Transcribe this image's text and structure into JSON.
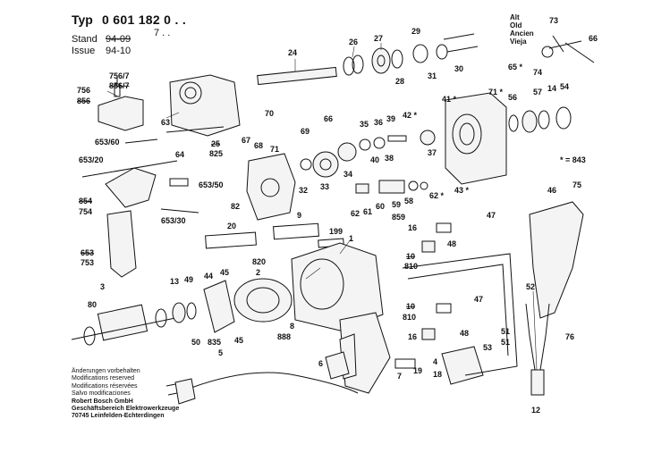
{
  "header": {
    "typ_label": "Typ",
    "typ_value": "0 601 182 0 . .",
    "typ_value2": "7 . .",
    "stand_label": "Stand",
    "stand_value": "94-09",
    "issue_label": "Issue",
    "issue_value": "94-10"
  },
  "legend": {
    "alt": "Alt",
    "old": "Old",
    "ancien": "Ancien",
    "vieja": "Vieja",
    "note": "* = 843"
  },
  "footer": {
    "lines": [
      "Änderungen vorbehalten",
      "Modifications reserved",
      "Modifications réservées",
      "Salvo modificaciones"
    ],
    "company": [
      "Robert Bosch GmbH",
      "Geschäftsbereich Elektrowerkzeuge",
      "70745 Leinfelden-Echterdingen"
    ]
  },
  "callouts": [
    {
      "t": "756"
    },
    {
      "t": "856"
    },
    {
      "t": "756/7"
    },
    {
      "t": "856/7"
    },
    {
      "t": "63"
    },
    {
      "t": "653/60"
    },
    {
      "t": "653/20"
    },
    {
      "t": "854"
    },
    {
      "t": "754"
    },
    {
      "t": "653/30"
    },
    {
      "t": "653/50"
    },
    {
      "t": "653"
    },
    {
      "t": "753"
    },
    {
      "t": "24"
    },
    {
      "t": "25"
    },
    {
      "t": "825"
    },
    {
      "t": "64"
    },
    {
      "t": "26"
    },
    {
      "t": "27"
    },
    {
      "t": "28"
    },
    {
      "t": "29"
    },
    {
      "t": "30"
    },
    {
      "t": "31"
    },
    {
      "t": "66"
    },
    {
      "t": "67"
    },
    {
      "t": "68"
    },
    {
      "t": "70"
    },
    {
      "t": "69"
    },
    {
      "t": "71"
    },
    {
      "t": "35"
    },
    {
      "t": "36"
    },
    {
      "t": "39"
    },
    {
      "t": "42 *"
    },
    {
      "t": "41 *"
    },
    {
      "t": "71 *"
    },
    {
      "t": "65 *"
    },
    {
      "t": "74"
    },
    {
      "t": "73"
    },
    {
      "t": "66"
    },
    {
      "t": "56"
    },
    {
      "t": "57"
    },
    {
      "t": "14"
    },
    {
      "t": "54"
    },
    {
      "t": "34"
    },
    {
      "t": "33"
    },
    {
      "t": "32"
    },
    {
      "t": "40"
    },
    {
      "t": "38"
    },
    {
      "t": "37"
    },
    {
      "t": "43 *"
    },
    {
      "t": "82"
    },
    {
      "t": "62"
    },
    {
      "t": "61"
    },
    {
      "t": "60"
    },
    {
      "t": "59"
    },
    {
      "t": "58"
    },
    {
      "t": "859"
    },
    {
      "t": "62 *"
    },
    {
      "t": "20"
    },
    {
      "t": "9"
    },
    {
      "t": "199"
    },
    {
      "t": "1"
    },
    {
      "t": "46"
    },
    {
      "t": "75"
    },
    {
      "t": "47"
    },
    {
      "t": "16"
    },
    {
      "t": "48"
    },
    {
      "t": "10"
    },
    {
      "t": "810"
    },
    {
      "t": "3"
    },
    {
      "t": "80"
    },
    {
      "t": "13"
    },
    {
      "t": "49"
    },
    {
      "t": "44"
    },
    {
      "t": "45"
    },
    {
      "t": "820"
    },
    {
      "t": "2"
    },
    {
      "t": "52"
    },
    {
      "t": "47"
    },
    {
      "t": "10"
    },
    {
      "t": "810"
    },
    {
      "t": "8"
    },
    {
      "t": "888"
    },
    {
      "t": "50"
    },
    {
      "t": "835"
    },
    {
      "t": "45"
    },
    {
      "t": "16"
    },
    {
      "t": "48"
    },
    {
      "t": "53"
    },
    {
      "t": "51"
    },
    {
      "t": "51"
    },
    {
      "t": "76"
    },
    {
      "t": "5"
    },
    {
      "t": "6"
    },
    {
      "t": "7"
    },
    {
      "t": "19"
    },
    {
      "t": "4"
    },
    {
      "t": "18"
    },
    {
      "t": "12"
    }
  ]
}
